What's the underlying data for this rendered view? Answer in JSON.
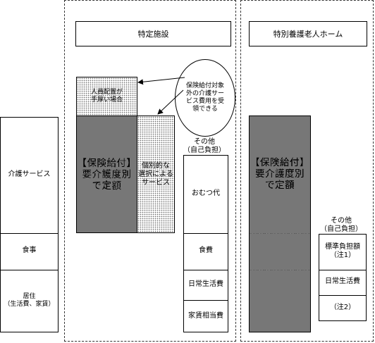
{
  "left_column": {
    "care": "介護サービス",
    "meal": "食事",
    "residence": "居住\n（生活費、家賃）"
  },
  "specified_facility": {
    "title": "特定施設",
    "extra_staff": "人員配置が\n手厚い場合",
    "insurance_main": "【保険給付】\n要介護度別\nで定額",
    "individual": "個別的な\n選択による\nサービス",
    "callout": "保険給付対象\n外の介護サー\nビス費用を受\n領できる",
    "other_title": "その他",
    "other_sub": "（自己負担）",
    "diaper": "おむつ代",
    "meal_cost": "食費",
    "daily_cost": "日常生活費",
    "rent": "家賃相当費"
  },
  "nursing_home": {
    "title": "特別養護老人ホーム",
    "insurance_main": "【保険給付】\n要介護度別\nで定額",
    "other_title": "その他",
    "other_sub": "（自己負担）",
    "standard": "標準負担額\n（注1）",
    "daily_cost": "日常生活費",
    "note2": "（注2）"
  }
}
